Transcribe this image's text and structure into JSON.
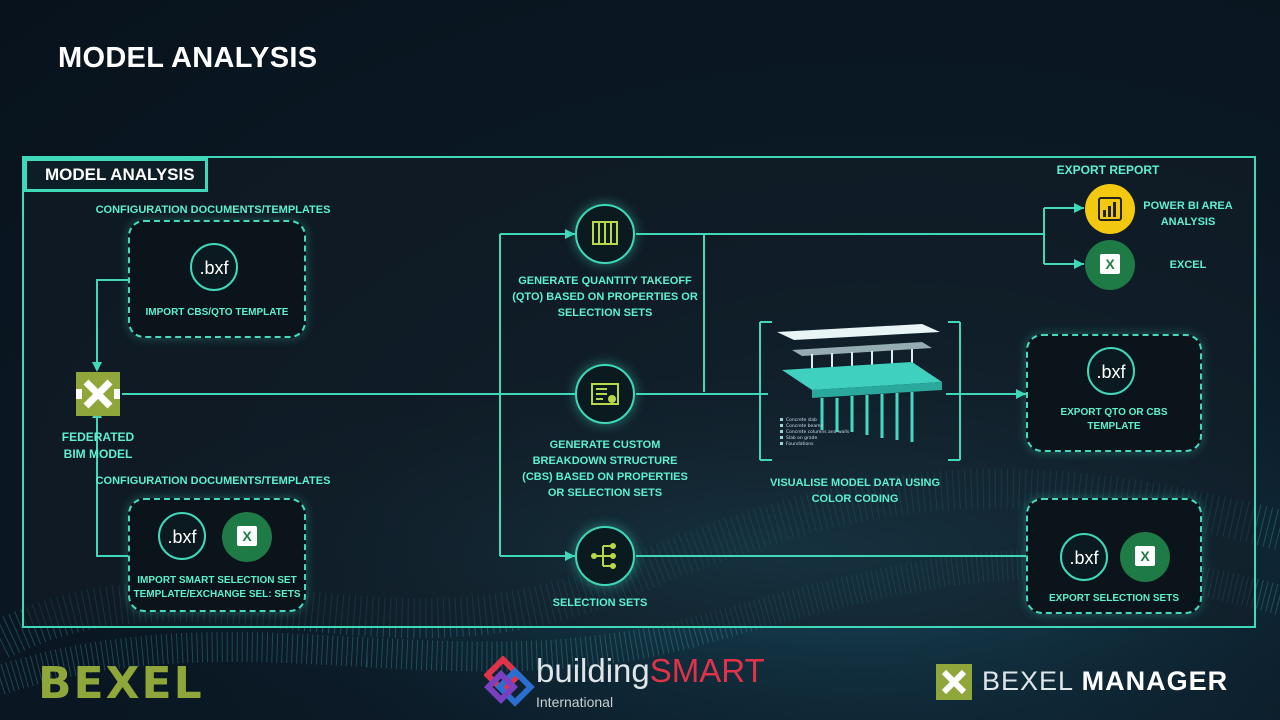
{
  "title": "MODEL ANALYSIS",
  "frame_tag": "MODEL ANALYSIS",
  "config_docs_top": "CONFIGURATION DOCUMENTS/TEMPLATES",
  "config_docs_bottom": "CONFIGURATION DOCUMENTS/TEMPLATES",
  "bxf_label": ".bxf",
  "import_cbs": "IMPORT CBS/QTO TEMPLATE",
  "import_smart_line1": "IMPORT SMART SELECTION SET",
  "import_smart_line2": "TEMPLATE/EXCHANGE SEL: SETS",
  "federated_line1": "FEDERATED",
  "federated_line2": "BIM MODEL",
  "qto_line1": "GENERATE QUANTITY TAKEOFF",
  "qto_line2": "(QTO) BASED ON PROPERTIES OR",
  "qto_line3": "SELECTION SETS",
  "cbs_line1": "GENERATE CUSTOM",
  "cbs_line2": "BREAKDOWN STRUCTURE",
  "cbs_line3": "(CBS) BASED ON PROPERTIES",
  "cbs_line4": "OR SELECTION SETS",
  "selection_sets": "SELECTION SETS",
  "visualise_line1": "VISUALISE MODEL DATA USING",
  "visualise_line2": "COLOR CODING",
  "export_report": "EXPORT REPORT",
  "powerbi_line1": "POWER BI AREA",
  "powerbi_line2": "ANALYSIS",
  "excel": "EXCEL",
  "export_qto_line1": "EXPORT QTO OR CBS",
  "export_qto_line2": "TEMPLATE",
  "export_sel": "EXPORT SELECTION SETS",
  "legend": [
    "Concrete slab",
    "Concrete beams",
    "Concrete columns and walls",
    "Slab on grade",
    "Foundations"
  ],
  "footer": {
    "bexel": "BEXEL",
    "bsmart_a": "building",
    "bsmart_b": "SMART",
    "bsmart_c": "International",
    "manager_a": "BEXEL",
    "manager_b": "MANAGER"
  },
  "colors": {
    "accent": "#3fd8b8",
    "label": "#5ff0cf",
    "excel": "#1e7b46",
    "powerbi": "#f2c811",
    "bexel_logo": "#8ea63a",
    "bsmart_red": "#e0334a"
  }
}
